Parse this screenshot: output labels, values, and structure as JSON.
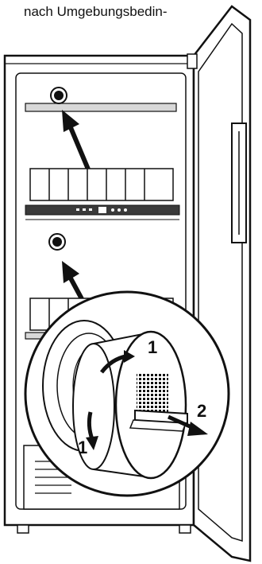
{
  "caption": {
    "text": "nach Umgebungsbedin-"
  },
  "illustration": {
    "step_labels": [
      {
        "id": "rotate-step",
        "text": "1"
      },
      {
        "id": "rotate-step-lower",
        "text": "1"
      },
      {
        "id": "pull-step",
        "text": "2"
      }
    ],
    "colors": {
      "line": "#111111",
      "shelf": "#d8d8d8",
      "panel": "#3a3a3a",
      "fill": "#ffffff"
    },
    "icons": [
      "filter-icon",
      "arrow-up-icon",
      "rotate-arrow-icon",
      "pull-arrow-icon",
      "fan-knob-icon"
    ]
  }
}
